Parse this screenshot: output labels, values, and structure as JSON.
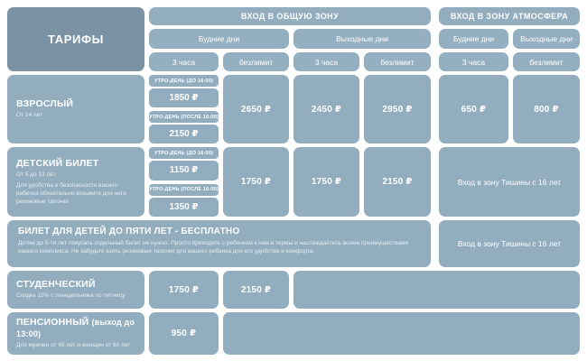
{
  "colors": {
    "cell_background": "#91ADBE",
    "header_dark_background": "#7A92A4",
    "page_background": "#FFFFFF",
    "text": "#FFFFFF"
  },
  "tariffs_label": "ТАРИФЫ",
  "zones": {
    "common": "ВХОД В ОБЩУЮ ЗОНУ",
    "atmosphere": "ВХОД В ЗОНУ АТМОСФЕРА"
  },
  "day_headers": {
    "common_weekday": "Будние дни",
    "common_weekend": "Выходные дни",
    "atmosphere_weekday": "Будние дни",
    "atmosphere_weekend": "Выходные дни"
  },
  "duration_headers": [
    "3 часа",
    "безлимит",
    "3 часа",
    "безлимит",
    "3 часа",
    "безлимит"
  ],
  "rows": {
    "adult": {
      "title": "ВЗРОСЛЫЙ",
      "subtitle": "От 14 лет",
      "weekday_slots": [
        {
          "label": "УТРО-ДЕНЬ (ДО 16:00)",
          "price": "1850 ₽"
        },
        {
          "label": "УТРО-ДЕНЬ (ПОСЛЕ 16:00)",
          "price": "2150 ₽"
        }
      ],
      "weekday_unlimited": "2650 ₽",
      "weekend_3h": "2450 ₽",
      "weekend_unlimited": "2950 ₽",
      "atmosphere_weekday": "650 ₽",
      "atmosphere_weekend": "800 ₽"
    },
    "child": {
      "title": "ДЕТСКИЙ БИЛЕТ",
      "subtitle": "От 5 до 13 лет",
      "description": "Для удобства и безопасности вашего ребенка обязательно возьмите для него резиновые тапочки",
      "weekday_slots": [
        {
          "label": "УТРО-ДЕНЬ (ДО 16:00)",
          "price": "1150 ₽"
        },
        {
          "label": "УТРО-ДЕНЬ (ПОСЛЕ 16:00)",
          "price": "1350 ₽"
        }
      ],
      "weekday_unlimited": "1750 ₽",
      "weekend_3h": "1750 ₽",
      "weekend_unlimited": "2150 ₽",
      "atmosphere_note": "Вход в зону Тишины с 16 лет"
    },
    "free_children": {
      "title": "БИЛЕТ ДЛЯ ДЕТЕЙ ДО ПЯТИ ЛЕТ - БЕСПЛАТНО",
      "description": "Детям до 5-ти лет покупать отдельный билет не нужно. Просто приходите с ребенком к нам в термы и наслаждайтесь всеми преимуществами нашего комплекса. Не забудьте взять резиновые тапочки для вашего ребенка для его удобства и комфорта.",
      "atmosphere_note": "Вход в зону Тишины с 16 лет"
    },
    "student": {
      "title": "СТУДЕНЧЕСКИЙ",
      "subtitle": "Скидка 15% с понедельника по пятницу",
      "weekday_3h": "1750 ₽",
      "weekday_unlimited": "2150 ₽"
    },
    "pensioner": {
      "title": "ПЕНСИОННЫЙ",
      "title_suffix": "(выход до 13:00)",
      "subtitle": "Для мужчин от 65 лет и женщин от 60 лет",
      "price": "950 ₽"
    }
  }
}
